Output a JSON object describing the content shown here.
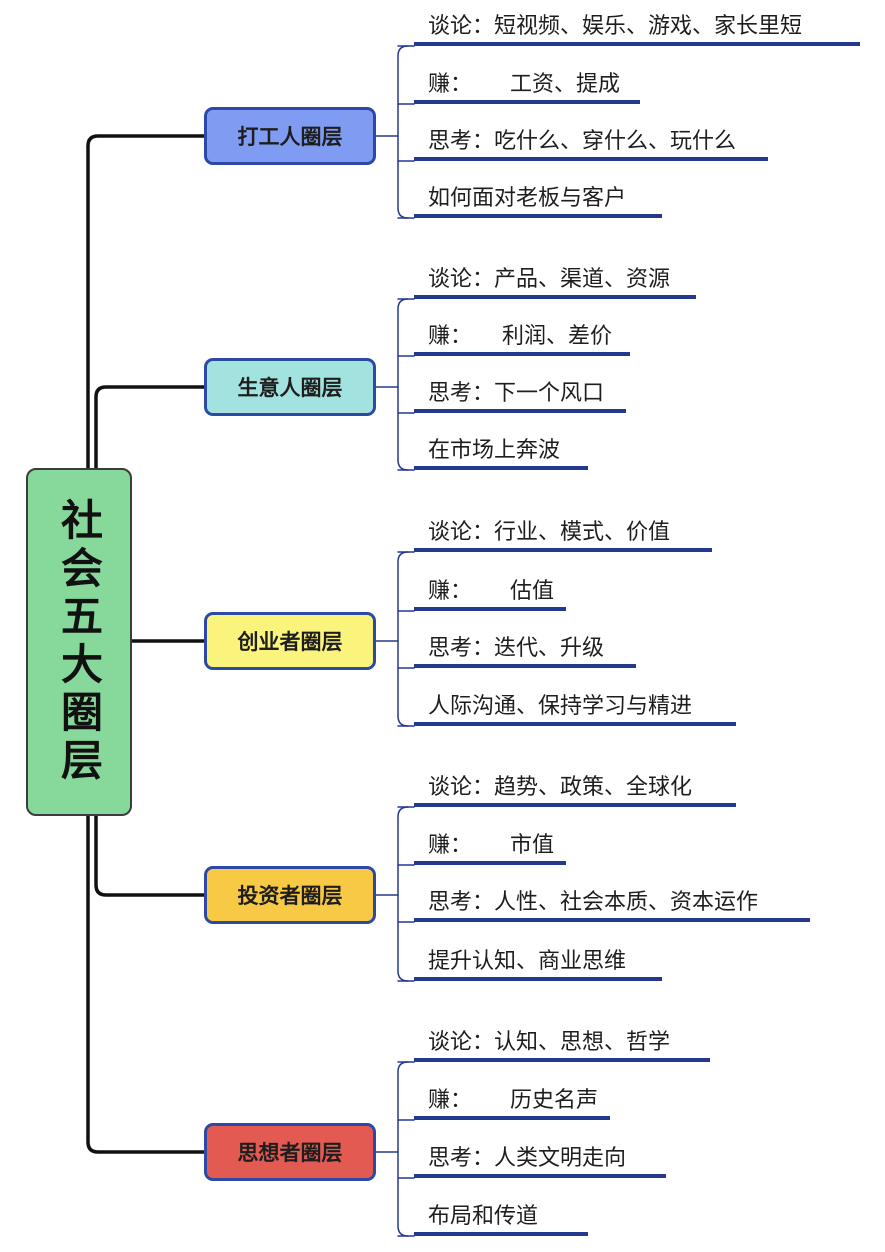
{
  "root": {
    "title": "社会五大圈层"
  },
  "circles": [
    {
      "name": "打工人圈层",
      "color": "#7f9cf2",
      "items": [
        {
          "label": "谈论：",
          "value": "短视频、娱乐、游戏、家长里短"
        },
        {
          "label": "赚：",
          "value": "工资、提成"
        },
        {
          "label": "思考：",
          "value": "吃什么、穿什么、玩什么"
        },
        {
          "label": "",
          "value": "如何面对老板与客户"
        }
      ]
    },
    {
      "name": "生意人圈层",
      "color": "#a3e3df",
      "items": [
        {
          "label": "谈论：",
          "value": "产品、渠道、资源"
        },
        {
          "label": "赚：",
          "value": "利润、差价"
        },
        {
          "label": "思考：",
          "value": "下一个风口"
        },
        {
          "label": "",
          "value": "在市场上奔波"
        }
      ]
    },
    {
      "name": "创业者圈层",
      "color": "#fbf47c",
      "items": [
        {
          "label": "谈论：",
          "value": "行业、模式、价值"
        },
        {
          "label": "赚：",
          "value": "估值"
        },
        {
          "label": "思考：",
          "value": "迭代、升级"
        },
        {
          "label": "",
          "value": "人际沟通、保持学习与精进"
        }
      ]
    },
    {
      "name": "投资者圈层",
      "color": "#f8c944",
      "items": [
        {
          "label": "谈论：",
          "value": "趋势、政策、全球化"
        },
        {
          "label": "赚：",
          "value": "市值"
        },
        {
          "label": "思考：",
          "value": "人性、社会本质、资本运作"
        },
        {
          "label": "",
          "value": "提升认知、商业思维"
        }
      ]
    },
    {
      "name": "思想者圈层",
      "color": "#e35a52",
      "items": [
        {
          "label": "谈论：",
          "value": "认知、思想、哲学"
        },
        {
          "label": "赚：",
          "value": "历史名声"
        },
        {
          "label": "思考：",
          "value": "人类文明走向"
        },
        {
          "label": "",
          "value": "布局和传道"
        }
      ]
    }
  ]
}
